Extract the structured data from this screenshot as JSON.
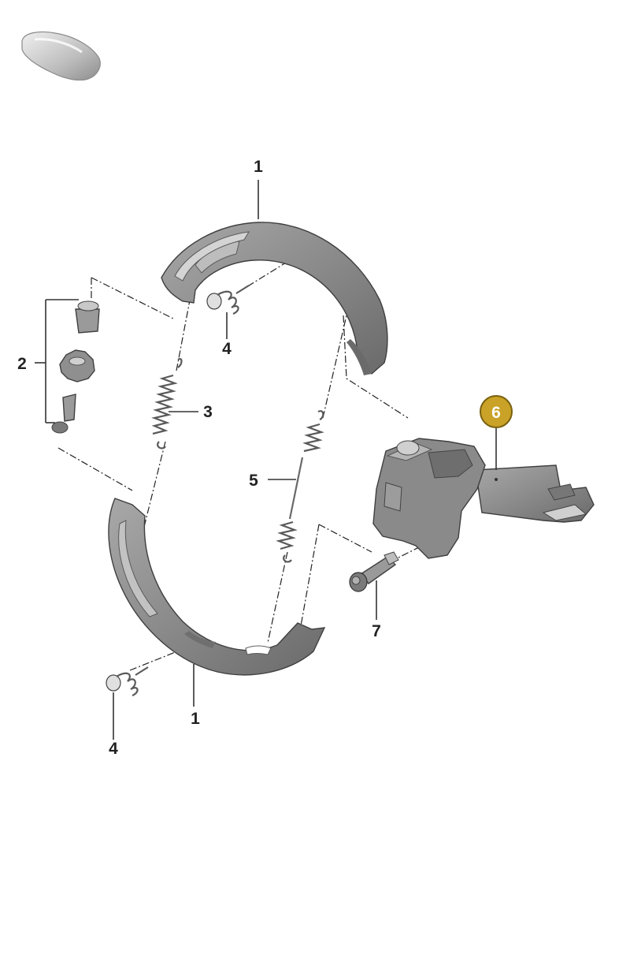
{
  "colors": {
    "part_fill": "#8a8a8a",
    "part_light": "#b4b4b4",
    "part_dark": "#5e5e5e",
    "highlight_badge": "#c9a227",
    "badge_stroke": "#7a6110",
    "label_text": "#222222"
  },
  "icon": {
    "name": "car-silhouette-icon"
  },
  "callouts": {
    "shoe_upper": "1",
    "shoe_lower": "1",
    "adjuster": "2",
    "spring_short": "3",
    "hold_spring_upper": "4",
    "hold_spring_lower": "4",
    "spring_long": "5",
    "actuator": "6",
    "bolt": "7"
  }
}
